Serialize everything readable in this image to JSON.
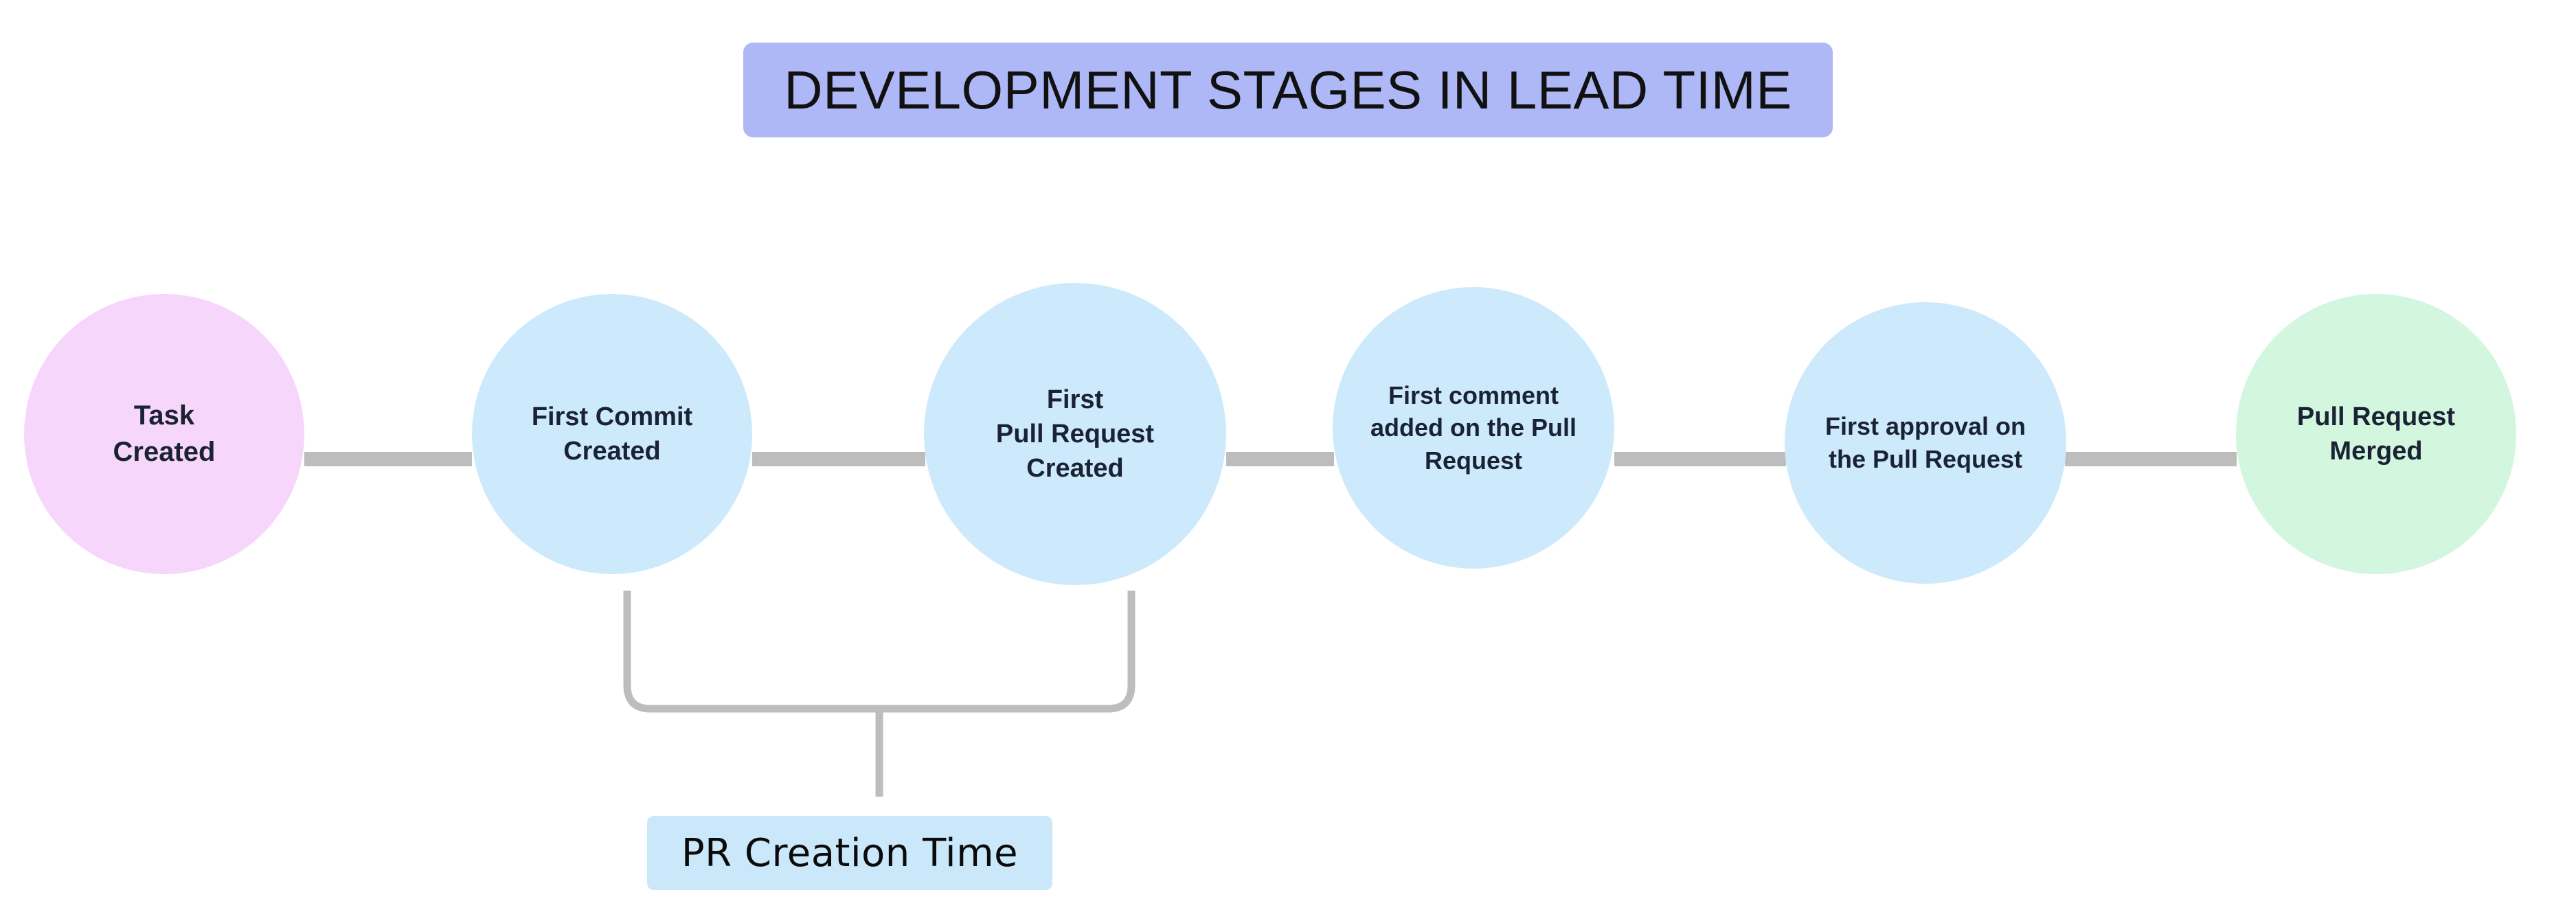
{
  "diagram": {
    "title": "DEVELOPMENT STAGES IN LEAD TIME",
    "title_background": "#aeb8f7",
    "canvas_background": "#ffffff",
    "connector_color": "#bdbdbd",
    "nodes": [
      {
        "id": "task-created",
        "label": "Task\nCreated",
        "shape": "circle",
        "fill": "#f6d6fb",
        "text_color": "#1a2233"
      },
      {
        "id": "first-commit-created",
        "label": "First Commit\nCreated",
        "shape": "circle",
        "fill": "#cdeafc",
        "text_color": "#1a2233"
      },
      {
        "id": "first-pull-request-created",
        "label": "First\nPull Request\nCreated",
        "shape": "circle",
        "fill": "#cdeafc",
        "text_color": "#1a2233"
      },
      {
        "id": "first-comment-added",
        "label": "First comment\nadded on the Pull\nRequest",
        "shape": "circle",
        "fill": "#cdeafc",
        "text_color": "#1a2233"
      },
      {
        "id": "first-approval",
        "label": "First approval on\nthe Pull Request",
        "shape": "circle",
        "fill": "#cdeafc",
        "text_color": "#1a2233"
      },
      {
        "id": "pull-request-merged",
        "label": "Pull Request\nMerged",
        "shape": "circle",
        "fill": "#d2f6de",
        "text_color": "#1a2233"
      }
    ],
    "annotation": {
      "label": "PR Creation Time",
      "fill": "#cbe8fb",
      "spans_from": "first-commit-created",
      "spans_to": "first-pull-request-created"
    }
  }
}
